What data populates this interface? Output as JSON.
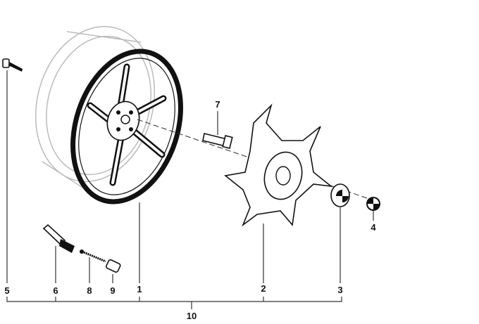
{
  "diagram": {
    "title": "Wheel assembly exploded view",
    "callouts": [
      {
        "id": "1",
        "part": "wheel-rim"
      },
      {
        "id": "2",
        "part": "wheel-cover"
      },
      {
        "id": "3",
        "part": "hub-cap"
      },
      {
        "id": "4",
        "part": "emblem"
      },
      {
        "id": "5",
        "part": "bolt"
      },
      {
        "id": "6",
        "part": "valve-stem"
      },
      {
        "id": "7",
        "part": "wheel-bolt"
      },
      {
        "id": "8",
        "part": "valve-core"
      },
      {
        "id": "9",
        "part": "valve-cap"
      },
      {
        "id": "10",
        "part": "complete-wheel"
      }
    ]
  }
}
